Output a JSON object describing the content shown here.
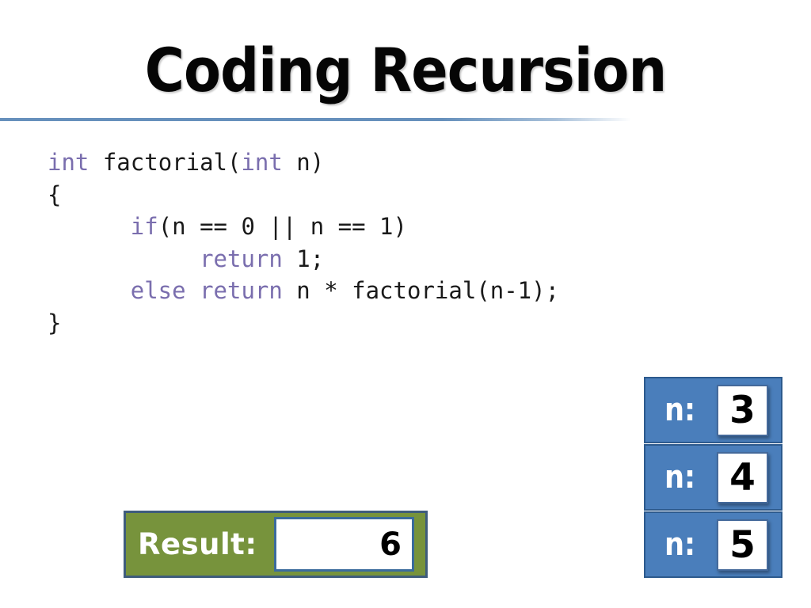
{
  "title": "Coding Recursion",
  "colors": {
    "accent_rule": "#6690BC",
    "code_keyword": "#7A6EAE",
    "code_text": "#1A1A1A",
    "stack_fill": "#4A7EBB",
    "stack_border": "#2D5A8D",
    "result_fill": "#77933C",
    "result_border": "#3E5C7C",
    "value_box_border": "#3A6B9C"
  },
  "code": {
    "lines": [
      {
        "segments": [
          {
            "text": "int",
            "keyword": true
          },
          {
            "text": " factorial(",
            "keyword": false
          },
          {
            "text": "int",
            "keyword": true
          },
          {
            "text": " n)",
            "keyword": false
          }
        ]
      },
      {
        "segments": [
          {
            "text": "{",
            "keyword": false
          }
        ]
      },
      {
        "segments": [
          {
            "text": "      ",
            "keyword": false
          },
          {
            "text": "if",
            "keyword": true
          },
          {
            "text": "(n == 0 || n == 1)",
            "keyword": false
          }
        ]
      },
      {
        "segments": [
          {
            "text": "           ",
            "keyword": false
          },
          {
            "text": "return",
            "keyword": true
          },
          {
            "text": " 1;",
            "keyword": false
          }
        ]
      },
      {
        "segments": [
          {
            "text": "      ",
            "keyword": false
          },
          {
            "text": "else",
            "keyword": true
          },
          {
            "text": " ",
            "keyword": false
          },
          {
            "text": "return",
            "keyword": true
          },
          {
            "text": " n * factorial(n-1);",
            "keyword": false
          }
        ]
      },
      {
        "segments": [
          {
            "text": "}",
            "keyword": false
          }
        ]
      }
    ]
  },
  "result_box": {
    "label": "Result:",
    "value": "6"
  },
  "stack": {
    "frames": [
      {
        "label": "n:",
        "value": "3"
      },
      {
        "label": "n:",
        "value": "4"
      },
      {
        "label": "n:",
        "value": "5"
      }
    ]
  }
}
